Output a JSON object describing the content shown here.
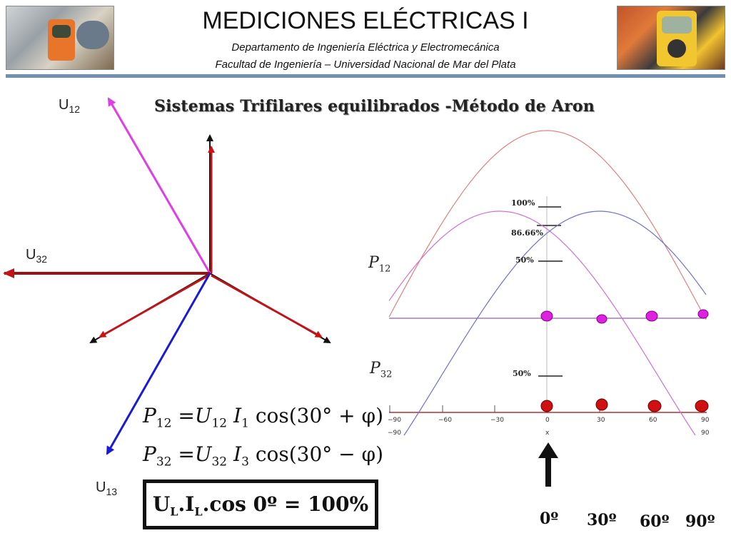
{
  "header": {
    "title": "MEDICIONES ELÉCTRICAS I",
    "department": "Departamento de Ingeniería Eléctrica y Electromecánica",
    "faculty": "Facultad de Ingeniería – Universidad Nacional de Mar del Plata"
  },
  "section_title": "Sistemas Trifilares equilibrados -Método de Aron",
  "phasors": {
    "u12": {
      "main": "U",
      "sub": "12"
    },
    "u32": {
      "main": "U",
      "sub": "32"
    },
    "u13": {
      "main": "U",
      "sub": "13"
    }
  },
  "power_labels": {
    "p12": {
      "main": "P",
      "sub": "12"
    },
    "p32": {
      "main": "P",
      "sub": "32"
    }
  },
  "percent_labels": {
    "p100": "100%",
    "p8666": "86.66%",
    "p50_upper": "50%",
    "p50_lower": "50%"
  },
  "axis": {
    "top_ticks": [
      "−90",
      "−60",
      "−30",
      "0",
      "30",
      "60",
      "90"
    ],
    "bottom_left": "−90",
    "bottom_mid": "x",
    "bottom_right": "90"
  },
  "formulas": {
    "f1": {
      "lhs": "P",
      "lhs_sub": "12",
      "u": "U",
      "u_sub": "12",
      "i": "I",
      "i_sub": "1",
      "rest": "cos(30° + φ)"
    },
    "f2": {
      "lhs": "P",
      "lhs_sub": "32",
      "u": "U",
      "u_sub": "32",
      "i": "I",
      "i_sub": "3",
      "rest": "cos(30° − φ)"
    }
  },
  "result": {
    "u": "U",
    "u_sub": "L",
    "i": ".I",
    "i_sub": "L",
    "rest": ".cos 0º = 100%"
  },
  "angles": [
    "0º",
    "30º",
    "60º",
    "90º"
  ],
  "colors": {
    "phasor_red": "#c0141a",
    "phasor_dark": "#5a0a0a",
    "u12_magenta": "#e23ce6",
    "u13_blue": "#1a1ad6",
    "curve_red": "#e08080",
    "curve_magenta": "#d070d8",
    "curve_blue": "#7070d0",
    "dot_magenta": "#e020e0",
    "dot_red": "#d01010",
    "rule_blue": "#6f8fb3"
  }
}
